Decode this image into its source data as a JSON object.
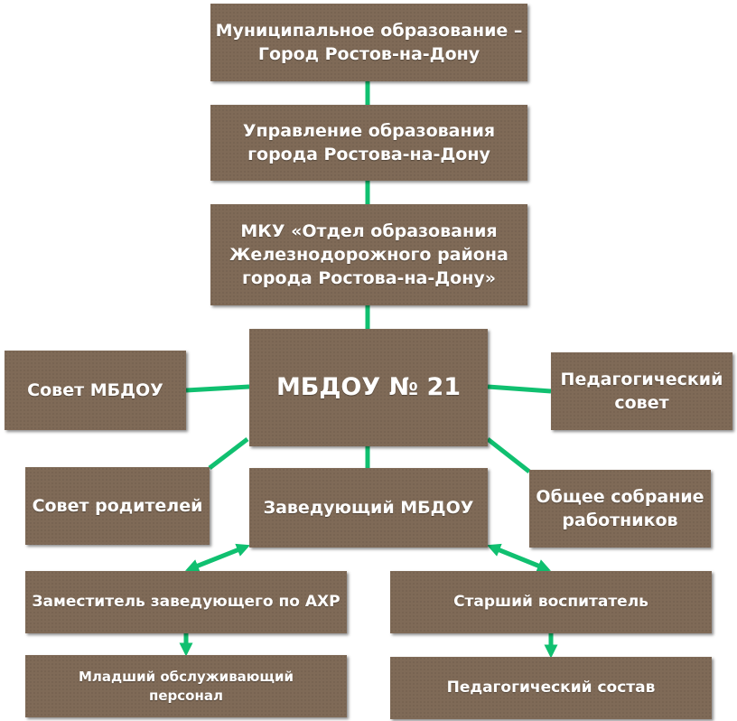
{
  "diagram": {
    "colors": {
      "box_fill": "#7f6a57",
      "box_text": "#ffffff",
      "connector": "#10c070"
    },
    "nodes": {
      "municipality": "Муниципальное образование –\nГород Ростов-на-Дону",
      "city_education": "Управление образования\nгорода Ростова-на-Дону",
      "district_dept": "МКУ «Отдел образования\nЖелезнодорожного района\nгорода Ростова-на-Дону»",
      "mbdou": "МБДОУ № 21",
      "council": "Совет МБДОУ",
      "ped_council": "Педагогический\nсовет",
      "parents_council": "Совет родителей",
      "head": "Заведующий МБДОУ",
      "general_meeting": "Общее собрание\nработников",
      "deputy_ahr": "Заместитель заведующего по АХР",
      "senior_educator": "Старший воспитатель",
      "junior_staff": "Младший обслуживающий\nперсонал",
      "ped_staff": "Педагогический  состав"
    }
  }
}
